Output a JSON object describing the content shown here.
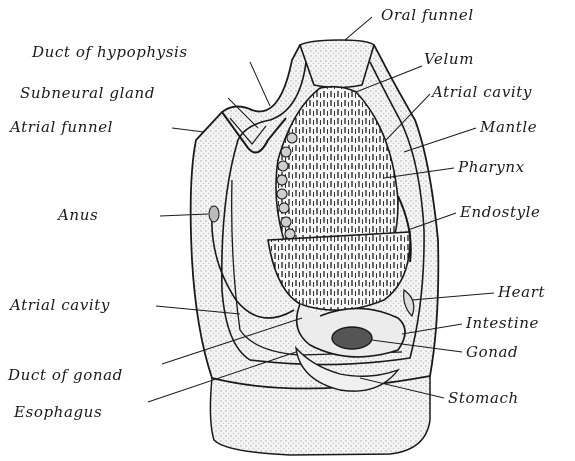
{
  "labels": {
    "oral_funnel": "Oral funnel",
    "duct_of_hypophysis": "Duct of hypophysis",
    "velum": "Velum",
    "subneural_gland": "Subneural gland",
    "atrial_cavity_top": "Atrial cavity",
    "atrial_funnel": "Atrial funnel",
    "mantle": "Mantle",
    "pharynx": "Pharynx",
    "anus": "Anus",
    "endostyle": "Endostyle",
    "heart": "Heart",
    "atrial_cavity_left": "Atrial cavity",
    "intestine": "Intestine",
    "gonad": "Gonad",
    "duct_of_gonad": "Duct of gonad",
    "stomach": "Stomach",
    "esophagus": "Esophagus"
  },
  "colors": {
    "ink": "#1a1a1a",
    "stipple": "#b9b9b9",
    "tissue": "#f1f1f1"
  }
}
